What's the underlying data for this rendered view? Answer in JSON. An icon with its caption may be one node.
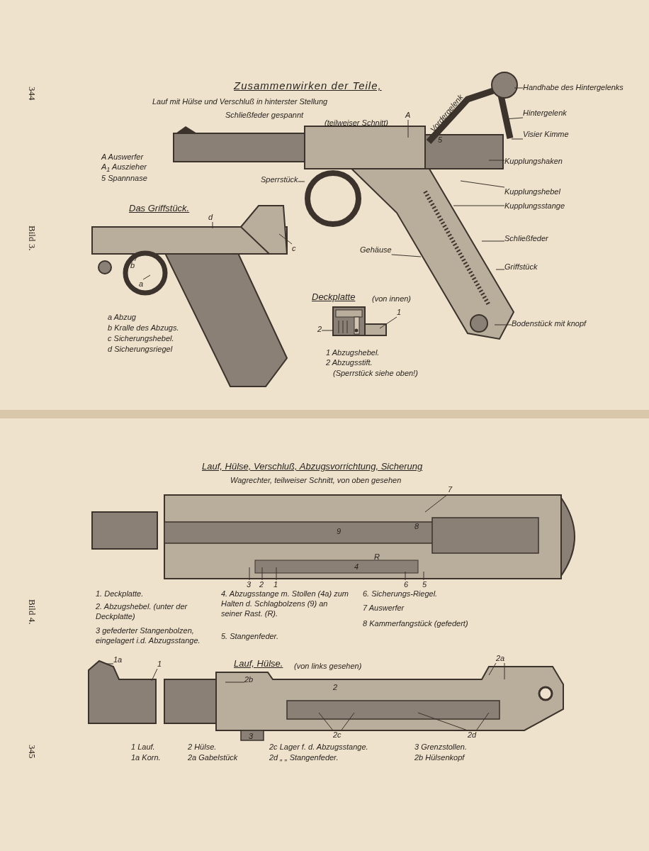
{
  "diagram": {
    "title": "Zusammenwirken der Teile,",
    "nodes": [
      {
        "text": [
          "A"
        ]
      },
      {
        "text": [
          "Sperrstück"
        ]
      },
      {
        "text": [
          "Handhabe des Hintergelenks"
        ]
      },
      {
        "text": [
          "Hintergelenk"
        ]
      },
      {
        "text": [
          "Visier Kimme"
        ]
      },
      {
        "text": [
          "Kupplungshaken"
        ]
      },
      {
        "text": [
          "Kupplungshebel"
        ]
      },
      {
        "text": [
          "Kupplungsstange"
        ]
      },
      {
        "text": [
          "Schließfeder"
        ]
      },
      {
        "text": [
          "Griffstück"
        ]
      },
      {
        "text": [
          "Gehäuse"
        ]
      },
      {
        "text": [
          "Bodenstück mit knopf"
        ]
      },
      {
        "text": [
          "d"
        ]
      },
      {
        "text": [
          "c"
        ]
      },
      {
        "text": [
          "b"
        ]
      },
      {
        "text": [
          "a"
        ]
      },
      {
        "text": [
          "1"
        ]
      },
      {
        "text": [
          "2"
        ]
      },
      {
        "text": [
          "7"
        ]
      },
      {
        "text": [
          "3"
        ]
      },
      {
        "text": [
          "2"
        ]
      },
      {
        "text": [
          "1"
        ]
      },
      {
        "text": [
          "6"
        ]
      },
      {
        "text": [
          "5"
        ]
      },
      {
        "text": [
          "1a"
        ]
      },
      {
        "text": [
          "1"
        ]
      },
      {
        "text": [
          "2b"
        ]
      },
      {
        "text": [
          "2a"
        ]
      },
      {
        "text": [
          "2c"
        ]
      },
      {
        "text": [
          "2d"
        ]
      },
      {
        "text": [],
        "shape": "picture"
      }
    ],
    "edges": [
      {
        "from": 0,
        "to": null,
        "arrow": "none"
      },
      {
        "from": 1,
        "to": null,
        "arrow": "none"
      },
      {
        "from": 2,
        "to": null,
        "arrow": "none"
      },
      {
        "from": 3,
        "to": null,
        "arrow": "none"
      },
      {
        "from": 4,
        "to": null,
        "arrow": "none"
      },
      {
        "from": 5,
        "to": null,
        "arrow": "none"
      },
      {
        "from": 6,
        "to": null,
        "arrow": "none"
      },
      {
        "from": 7,
        "to": null,
        "arrow": "none"
      },
      {
        "from": 8,
        "to": null,
        "arrow": "none"
      },
      {
        "from": 9,
        "to": null,
        "arrow": "none"
      },
      {
        "from": 10,
        "to": null,
        "arrow": "none"
      },
      {
        "from": 11,
        "to": null,
        "arrow": "none"
      },
      {
        "from": 12,
        "to": null,
        "arrow": "none"
      },
      {
        "from": 13,
        "to": null,
        "arrow": "none"
      },
      {
        "from": 14,
        "to": null,
        "arrow": "none"
      },
      {
        "from": 15,
        "to": null,
        "arrow": "none"
      },
      {
        "from": 16,
        "to": 30,
        "arrow": "none"
      },
      {
        "from": 17,
        "to": 30,
        "arrow": "none"
      },
      {
        "from": 18,
        "to": null,
        "arrow": "none"
      },
      {
        "from": 19,
        "to": null,
        "arrow": "none"
      },
      {
        "from": 20,
        "to": null,
        "arrow": "none"
      },
      {
        "from": 21,
        "to": null,
        "arrow": "none"
      },
      {
        "from": 22,
        "to": null,
        "arrow": "none"
      },
      {
        "from": 23,
        "to": null,
        "arrow": "none"
      },
      {
        "from": 24,
        "to": null,
        "arrow": "none"
      },
      {
        "from": 25,
        "to": null,
        "arrow": "none"
      },
      {
        "from": 26,
        "to": null,
        "arrow": "none"
      },
      {
        "from": 27,
        "to": null,
        "arrow": "none"
      },
      {
        "from": 27,
        "to": null,
        "arrow": "none"
      },
      {
        "from": 28,
        "to": null,
        "arrow": "none"
      },
      {
        "from": 28,
        "to": null,
        "arrow": "none"
      },
      {
        "from": 29,
        "to": null,
        "arrow": "none"
      },
      {
        "from": 29,
        "to": null,
        "arrow": "none"
      }
    ],
    "labels": [
      "344",
      "Lauf mit Hülse und Verschluß in hinterster Stellung",
      "Schließfeder gespannt",
      "(teilweiser Schnitt)",
      "Vordergelenk",
      "5",
      "A Auswerfer",
      "A$_{1}$ Auszieher",
      "5 Spannnase",
      "Bild 3.",
      "Das Griffstück.",
      "a Abzug",
      "b Kralle des Abzugs.",
      "c Sicherungshebel.",
      "d Sicherungsriegel",
      "Deckplatte",
      "(von innen)",
      "1 Abzugshebel.",
      "2 Abzugsstift.",
      "(Sperrstück siehe oben!)",
      "Lauf, Hülse, Verschluß, Abzugsvorrichtung, Sicherung",
      "Wagrechter, teilweiser Schnitt, von oben gesehen",
      "9",
      "8",
      "4",
      "R",
      "1. Deckplatte.",
      "2. Abzugshebel. (unter der Deckplatte)",
      "3 gefederter Stangenbolzen, eingelagert i.d. Abzugsstange.",
      "4. Abzugsstange m. Stollen (4a) zum Halten d. Schlagbolzens (9) an seiner Rast. (R).",
      "5. Stangenfeder.",
      "6. Sicherungs-Riegel.",
      "7 Auswerfer",
      "8 Kammerfangstück (gefedert)",
      "Bild 4.",
      "Lauf, Hülse.",
      "(von links gesehen)",
      "2",
      "3",
      "1 Lauf.",
      "1a Korn.",
      "2 Hülse.",
      "2a Gabelstück",
      "2c Lager f. d. Abzugsstange.",
      "2d „ „ Stangenfeder.",
      "3 Grenzstollen.",
      "2b Hülsenkopf",
      "345"
    ]
  }
}
